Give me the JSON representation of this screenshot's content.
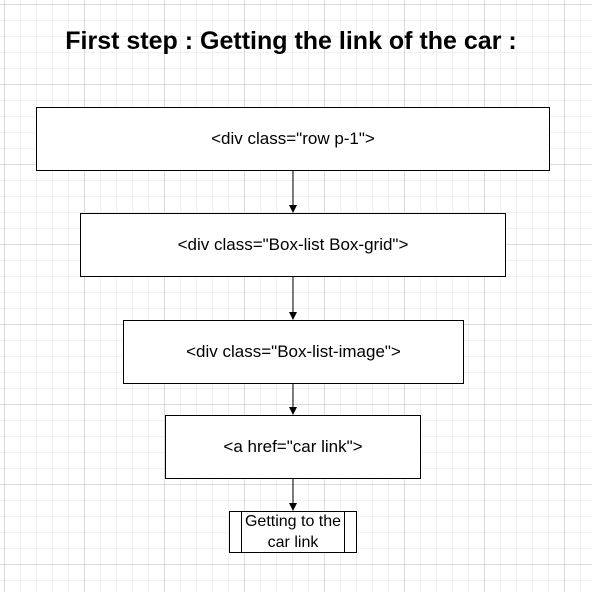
{
  "title": "First step : Getting the link of the car :",
  "nodes": [
    {
      "label": "<div class=\"row p-1\">"
    },
    {
      "label": "<div class=\"Box-list Box-grid\">"
    },
    {
      "label": "<div class=\"Box-list-image\">"
    },
    {
      "label": "<a href=\"car link\">"
    },
    {
      "label": "Getting to the car link"
    }
  ],
  "edges": [
    {
      "from": 0,
      "to": 1
    },
    {
      "from": 1,
      "to": 2
    },
    {
      "from": 2,
      "to": 3
    },
    {
      "from": 3,
      "to": 4
    }
  ],
  "colors": {
    "stroke": "#000000",
    "grid": "#d9d9d9",
    "background": "#ffffff"
  }
}
